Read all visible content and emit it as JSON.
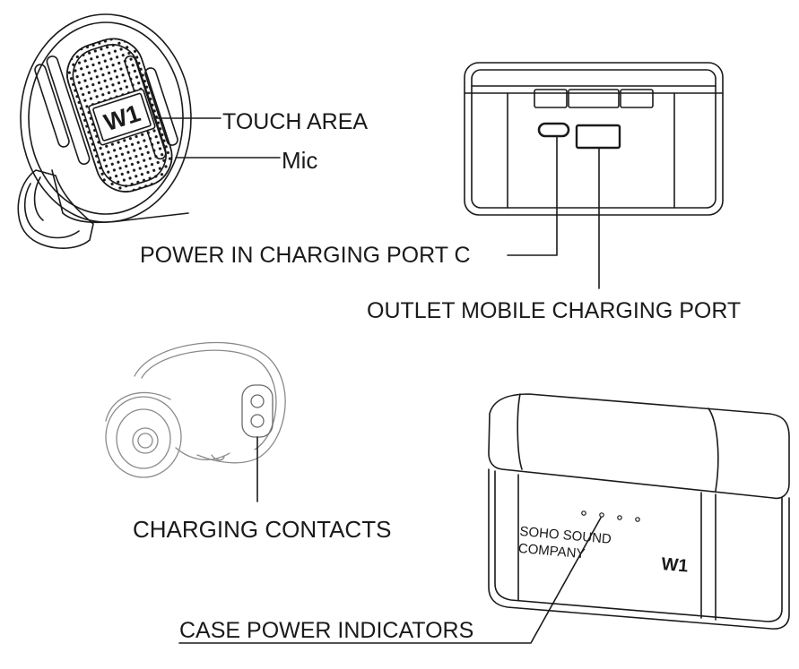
{
  "callouts": {
    "touch_area": "TOUCH AREA",
    "mic": "Mic",
    "power_in": "POWER IN CHARGING PORT C",
    "outlet": "OUTLET MOBILE CHARGING PORT",
    "charging_contacts": "CHARGING CONTACTS",
    "case_power_indicators": "CASE POWER INDICATORS"
  },
  "earbud_logo": "W1",
  "case_branding": {
    "line1": "SOHO SOUND",
    "line2": "COMPANY",
    "model": "W1"
  },
  "colors": {
    "line": "#1a1a1a",
    "faded_line": "#8a8a8a"
  }
}
